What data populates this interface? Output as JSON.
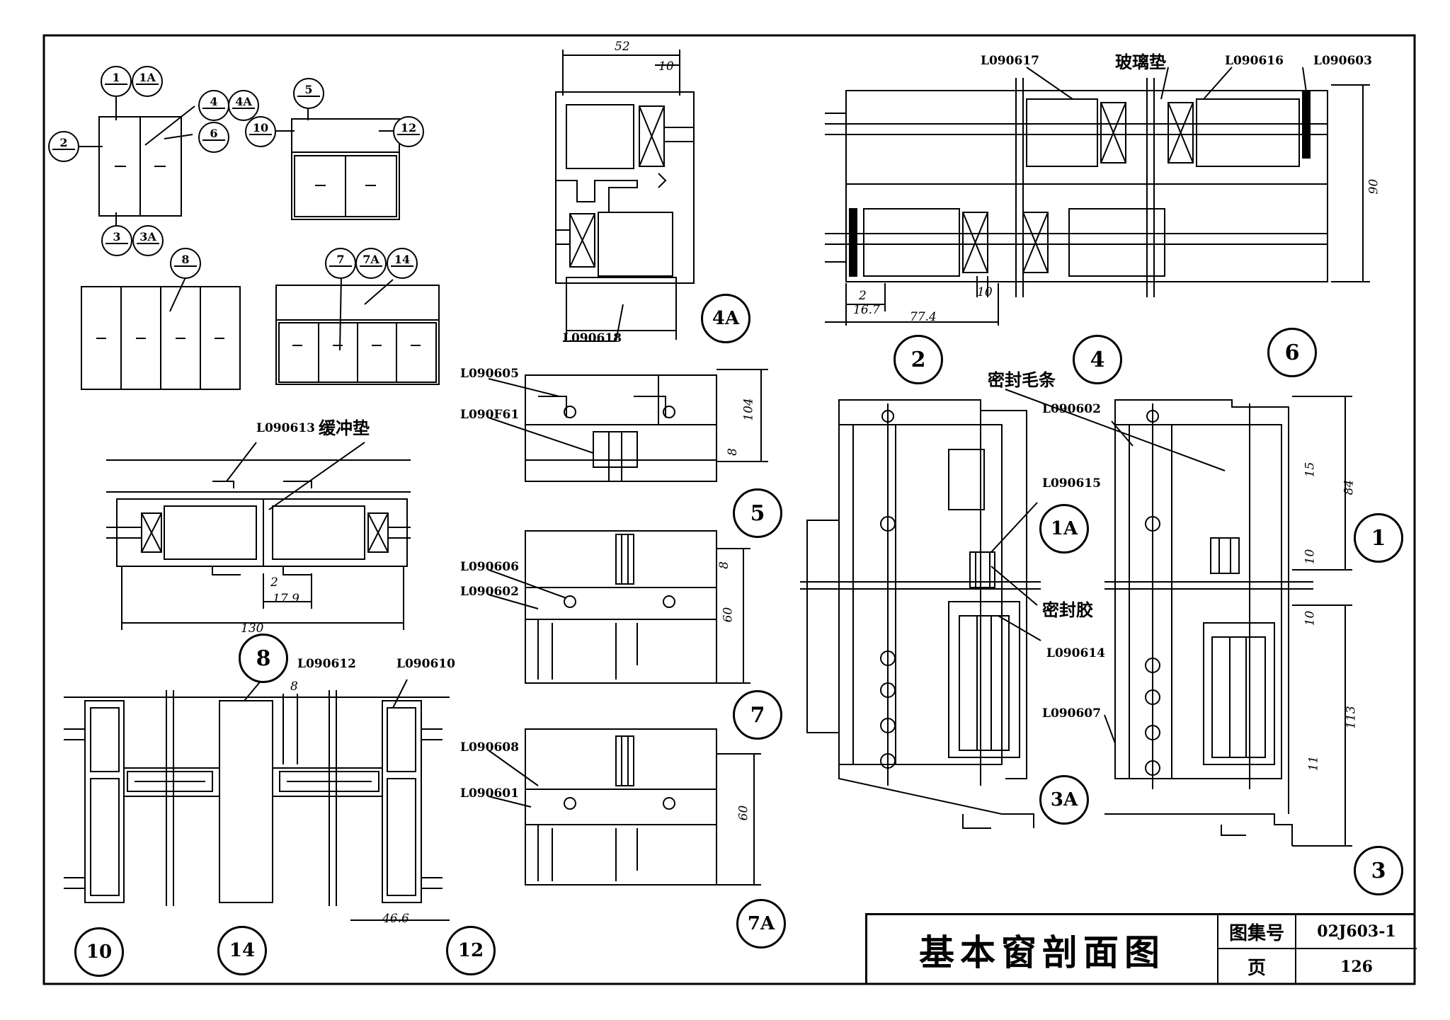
{
  "sheet": {
    "title": "基本窗剖面图",
    "atlas_label": "图集号",
    "atlas_no": "02J603-1",
    "page_label": "页",
    "page_no": "126"
  },
  "key_plan": {
    "markers": [
      "1",
      "1A",
      "2",
      "4",
      "4A",
      "6",
      "3",
      "3A",
      "5",
      "10",
      "12",
      "8",
      "7",
      "7A",
      "14"
    ]
  },
  "section_labels": {
    "s4A": "4A",
    "s5": "5",
    "s7": "7",
    "s7A": "7A",
    "s8": "8",
    "s10": "10",
    "s14": "14",
    "s12": "12",
    "s2": "2",
    "s4": "4",
    "s6": "6",
    "s1A": "1A",
    "s1": "1",
    "s3A": "3A",
    "s3": "3"
  },
  "parts": {
    "p618": "L090618",
    "p605": "L090605",
    "pF61": "L090F61",
    "p606": "L090606",
    "p602a": "L090602",
    "p608": "L090608",
    "p601": "L090601",
    "p613": "L090613",
    "p612": "L090612",
    "p610": "L090610",
    "p617": "L090617",
    "p616": "L090616",
    "p603": "L090603",
    "p602b": "L090602",
    "p615": "L090615",
    "p614": "L090614",
    "p607": "L090607"
  },
  "notes": {
    "glass_pad": "玻璃垫",
    "buffer_pad": "缓冲垫",
    "seal_brush": "密封毛条",
    "sealant": "密封胶"
  },
  "dimensions": {
    "d52": "52",
    "d10a": "10",
    "d104": "104",
    "d8a": "8",
    "d8b": "8",
    "d60": "60",
    "d60b": "60",
    "d2a": "2",
    "d179": "17.9",
    "d130": "130",
    "d8c": "8",
    "d466": "46.6",
    "d90": "90",
    "d2b": "2",
    "d167": "16.7",
    "d774": "77.4",
    "d10b": "10",
    "d15": "15",
    "d84": "84",
    "d10c": "10",
    "d10d": "10",
    "d113": "113",
    "d11": "11"
  }
}
